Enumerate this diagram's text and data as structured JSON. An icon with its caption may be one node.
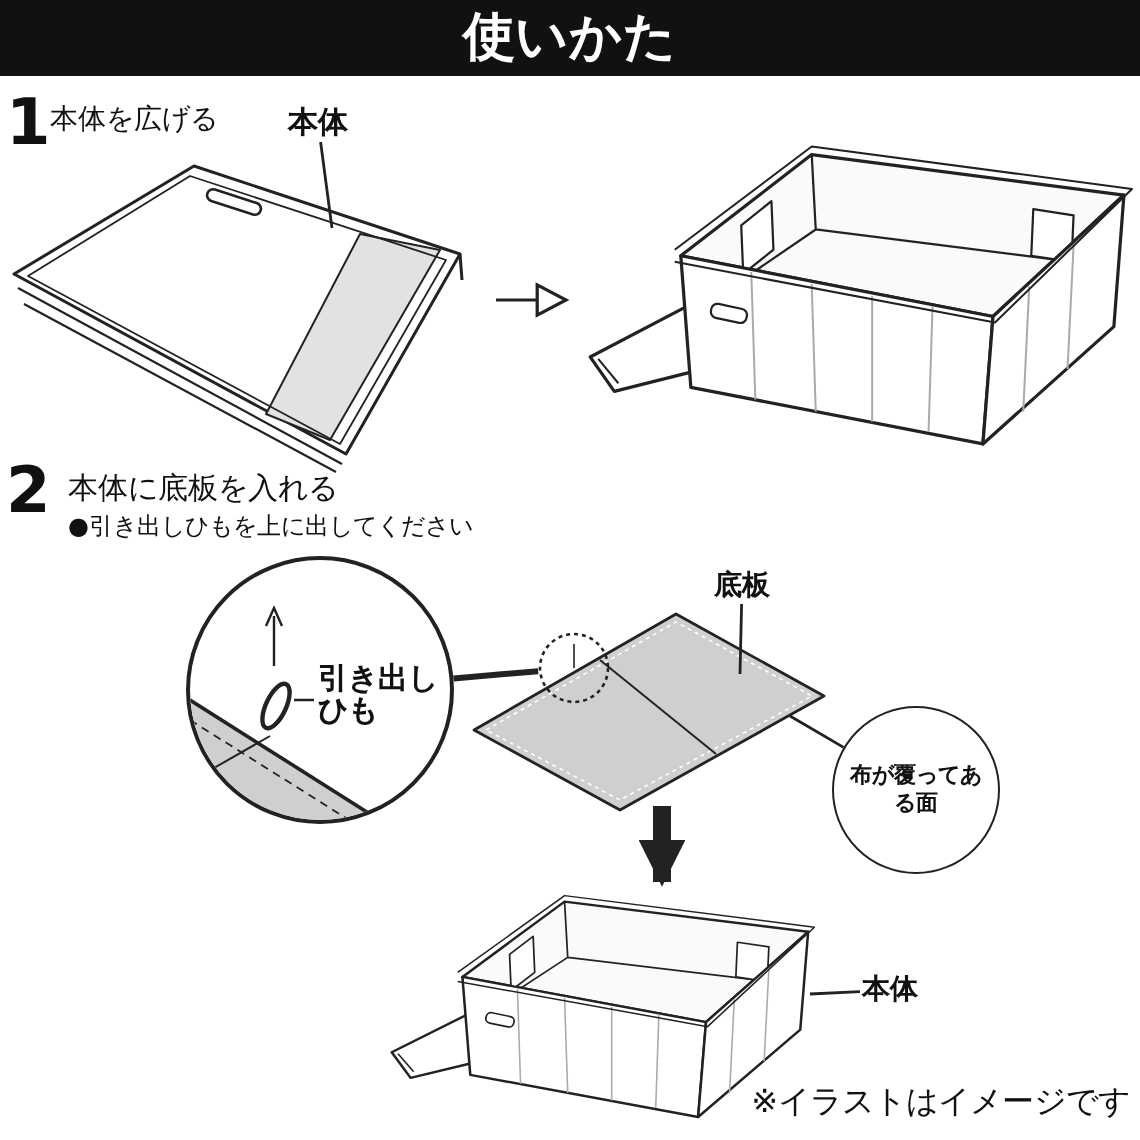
{
  "diagram": {
    "title": "使いかた",
    "nodes": [
      {
        "text": [],
        "shape": "picture"
      },
      {
        "text": [
          "本体"
        ]
      },
      {
        "text": [],
        "shape": "picture"
      },
      {
        "text": [
          "引き出しひも"
        ]
      },
      {
        "text": [
          "底板"
        ]
      },
      {
        "text": [],
        "shape": "picture"
      },
      {
        "text": [],
        "shape": "circle"
      },
      {
        "text": [
          "布が覆ってある面"
        ]
      },
      {
        "text": [],
        "shape": "picture"
      },
      {
        "text": [
          "本体"
        ]
      }
    ],
    "edges": [
      {
        "from": 1,
        "to": 0,
        "arrow": "none"
      },
      {
        "from": 0,
        "to": 2,
        "arrow": "to"
      },
      {
        "from": 3,
        "to": 6,
        "arrow": "none",
        "style": "thick"
      },
      {
        "from": 4,
        "to": 5,
        "arrow": "none"
      },
      {
        "from": 7,
        "to": 5,
        "arrow": "none"
      },
      {
        "from": 5,
        "to": 8,
        "arrow": "to",
        "style": "thick"
      },
      {
        "from": 9,
        "to": 8,
        "arrow": "none"
      }
    ],
    "labels": [
      "1",
      "本体を広げる",
      "2",
      "本体に底板を入れる",
      "●引き出しひもを上に出してください",
      "※イラストはイメージです"
    ]
  }
}
